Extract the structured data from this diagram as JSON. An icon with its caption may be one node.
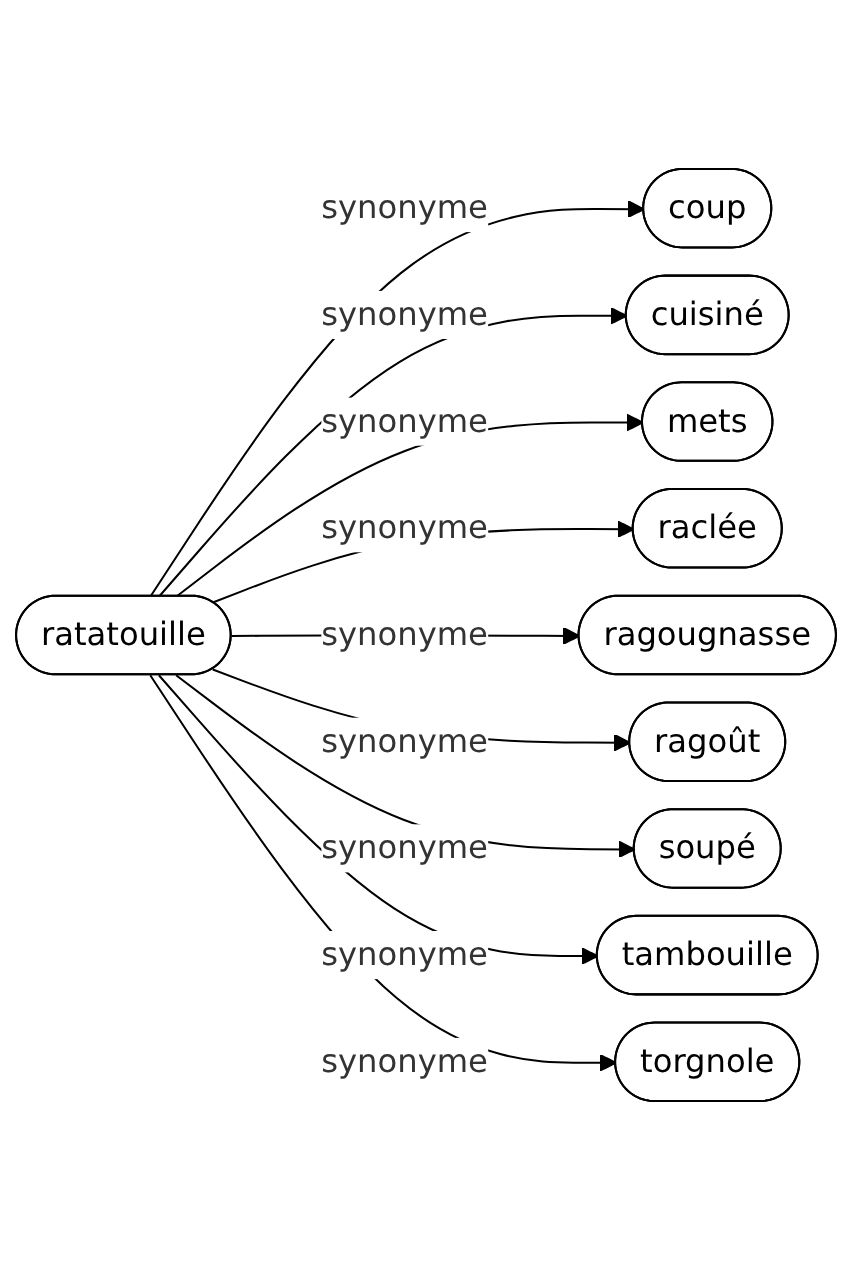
{
  "diagram": {
    "nodes": [
      {
        "text": [
          "ratatouille"
        ]
      },
      {
        "text": [
          "coup"
        ]
      },
      {
        "text": [
          "cuisiné"
        ]
      },
      {
        "text": [
          "mets"
        ]
      },
      {
        "text": [
          "raclée"
        ]
      },
      {
        "text": [
          "ragougnasse"
        ]
      },
      {
        "text": [
          "ragoût"
        ]
      },
      {
        "text": [
          "soupé"
        ]
      },
      {
        "text": [
          "tambouille"
        ]
      },
      {
        "text": [
          "torgnole"
        ]
      }
    ],
    "edges": [
      {
        "from": 0,
        "to": 1,
        "arrow": "to",
        "label": "synonyme"
      },
      {
        "from": 0,
        "to": 2,
        "arrow": "to",
        "label": "synonyme"
      },
      {
        "from": 0,
        "to": 3,
        "arrow": "to",
        "label": "synonyme"
      },
      {
        "from": 0,
        "to": 4,
        "arrow": "to",
        "label": "synonyme"
      },
      {
        "from": 0,
        "to": 5,
        "arrow": "to",
        "label": "synonyme"
      },
      {
        "from": 0,
        "to": 6,
        "arrow": "to",
        "label": "synonyme"
      },
      {
        "from": 0,
        "to": 7,
        "arrow": "to",
        "label": "synonyme"
      },
      {
        "from": 0,
        "to": 8,
        "arrow": "to",
        "label": "synonyme"
      },
      {
        "from": 0,
        "to": 9,
        "arrow": "to",
        "label": "synonyme"
      }
    ]
  }
}
